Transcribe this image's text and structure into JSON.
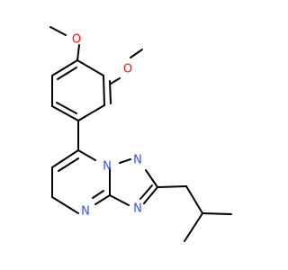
{
  "colors": {
    "bond": "#000000",
    "oxygen": "#ff0d0d",
    "nitrogen": "#3050f8",
    "background": "#ffffff"
  },
  "atoms": {
    "o1": "O",
    "o2": "O",
    "n1": "N",
    "n2": "N",
    "n3": "N",
    "n4": "N"
  }
}
